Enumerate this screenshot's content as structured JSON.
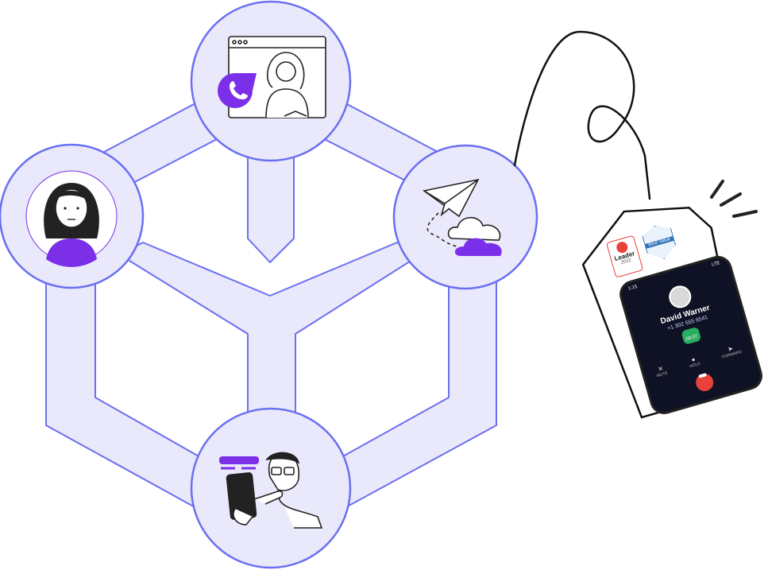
{
  "illustration": {
    "nodes": [
      {
        "id": "video-call",
        "icon": "video-call-icon"
      },
      {
        "id": "user",
        "icon": "user-avatar-icon"
      },
      {
        "id": "send",
        "icon": "paper-plane-cloud-icon"
      },
      {
        "id": "chat",
        "icon": "mobile-chat-icon"
      }
    ],
    "colors": {
      "stroke": "#6b6ff0",
      "fill": "#e9e9fb",
      "accent": "#7b2fe8",
      "end_call": "#e8413a",
      "answered_badge": "#27ae60"
    }
  },
  "tag": {
    "badges": {
      "leader": {
        "title": "Leader",
        "year": "2022"
      },
      "best_value": {
        "title": "Best Value"
      }
    },
    "phone": {
      "status_time": "1:15",
      "status_right": "LTE",
      "caller_name": "David Warner",
      "caller_number": "+1 302 555 6541",
      "call_state": "00:07",
      "actions": [
        "MUTE",
        "HOLD",
        "FORWARD"
      ]
    }
  }
}
